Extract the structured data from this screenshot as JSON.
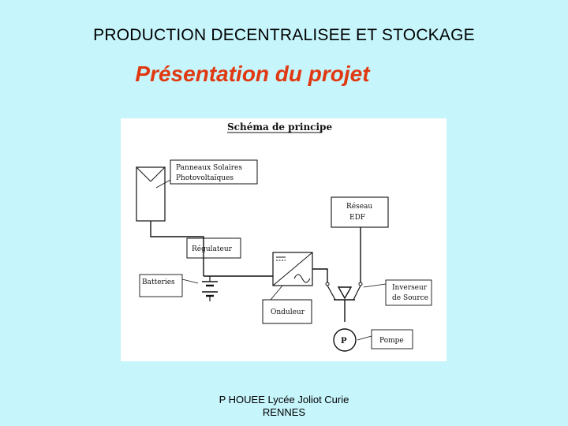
{
  "slide": {
    "header": "PRODUCTION DECENTRALISEE  ET STOCKAGE",
    "title": "Présentation du projet",
    "footer_line1": "P HOUEE Lycée Joliot Curie",
    "footer_line2": "RENNES"
  },
  "diagram": {
    "title": "Schéma de principe",
    "labels": {
      "panneaux_1": "Panneaux Solaires",
      "panneaux_2": "Photovoltaïques",
      "reseau_1": "Réseau",
      "reseau_2": "EDF",
      "regulateur": "Régulateur",
      "batteries": "Batteries",
      "inverseur_1": "Inverseur",
      "inverseur_2": "de Source",
      "onduleur": "Onduleur",
      "pompe": "Pompe",
      "pump_symbol": "P"
    }
  }
}
